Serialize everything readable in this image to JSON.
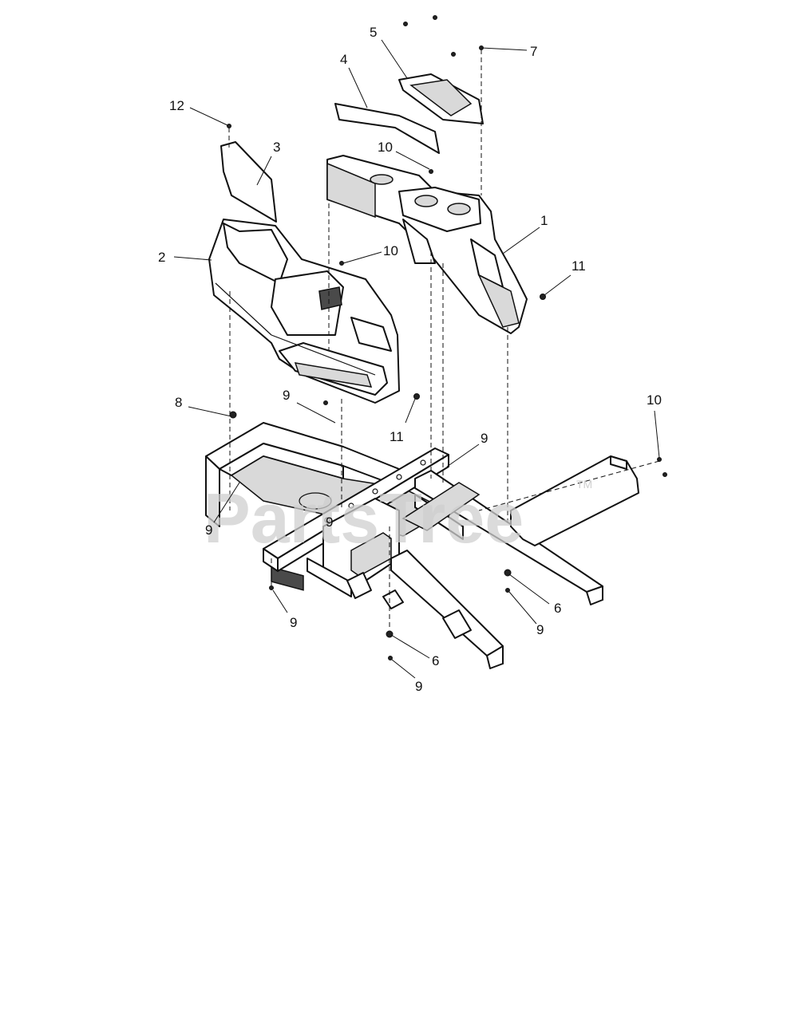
{
  "diagram": {
    "watermark": "PartsTree",
    "watermark_mark": "TM",
    "callouts": [
      {
        "id": "c1",
        "label": "1"
      },
      {
        "id": "c2",
        "label": "2"
      },
      {
        "id": "c3",
        "label": "3"
      },
      {
        "id": "c4",
        "label": "4"
      },
      {
        "id": "c5",
        "label": "5"
      },
      {
        "id": "c6a",
        "label": "6"
      },
      {
        "id": "c6b",
        "label": "6"
      },
      {
        "id": "c7",
        "label": "7"
      },
      {
        "id": "c8",
        "label": "8"
      },
      {
        "id": "c9a",
        "label": "9"
      },
      {
        "id": "c9b",
        "label": "9"
      },
      {
        "id": "c9c",
        "label": "9"
      },
      {
        "id": "c9d",
        "label": "9"
      },
      {
        "id": "c9e",
        "label": "9"
      },
      {
        "id": "c9f",
        "label": "9"
      },
      {
        "id": "c9g",
        "label": "9"
      },
      {
        "id": "c10a",
        "label": "10"
      },
      {
        "id": "c10b",
        "label": "10"
      },
      {
        "id": "c10c",
        "label": "10"
      },
      {
        "id": "c11a",
        "label": "11"
      },
      {
        "id": "c11b",
        "label": "11"
      },
      {
        "id": "c12",
        "label": "12"
      }
    ]
  }
}
